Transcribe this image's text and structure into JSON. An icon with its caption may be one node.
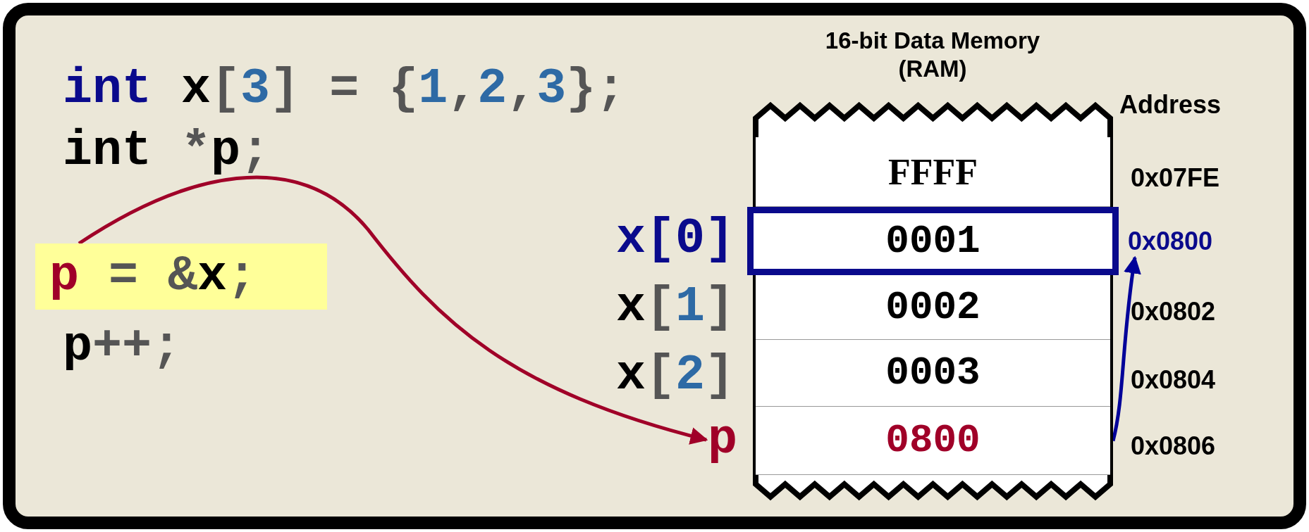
{
  "diagram": {
    "nodes": [
      {
        "text": [
          "16-bit Data Memory (RAM)"
        ]
      },
      {
        "text": [
          "FFFF"
        ],
        "in": 0
      },
      {
        "text": [
          "0001"
        ],
        "in": 0
      },
      {
        "text": [
          "0002"
        ],
        "in": 0
      },
      {
        "text": [
          "0003"
        ],
        "in": 0
      },
      {
        "text": [
          "0800"
        ],
        "in": 0
      },
      {
        "text": [
          "p = &x;"
        ]
      },
      {
        "text": [
          "p"
        ]
      },
      {
        "text": [
          "0x0800"
        ]
      }
    ],
    "edges": [
      {
        "from": 6,
        "to": 7,
        "arrow": "to",
        "color": "#a00028"
      },
      {
        "from": 5,
        "to": 8,
        "arrow": "to",
        "color": "#000099"
      }
    ],
    "labels": [
      "int x[3] = {1,2,3};",
      "int *p;",
      "p++;",
      "x[0]",
      "x[1]",
      "x[2]",
      "Address",
      "0x07FE",
      "0x0802",
      "0x0804",
      "0x0806"
    ]
  }
}
